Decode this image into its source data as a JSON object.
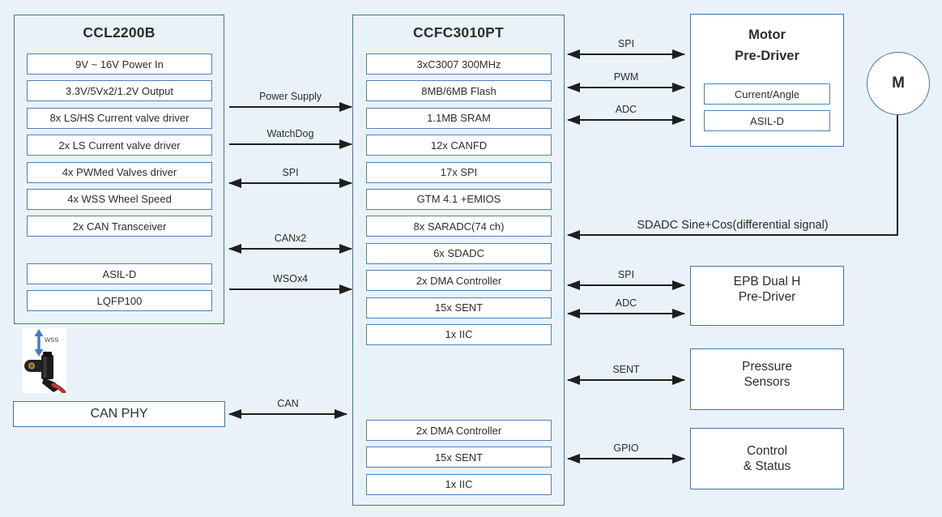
{
  "page": {
    "background": "#eaf2f9"
  },
  "colors": {
    "block_border": "#3c74ad",
    "box_border": "#4d82b8",
    "text": "#2d2d2d",
    "arrow": "#1e1e1e",
    "wss_arrow": "#3f7dc4"
  },
  "left_block": {
    "title": "CCL2200B",
    "items": [
      "9V ~ 16V Power In",
      "3.3V/5Vx2/1.2V Output",
      "8x LS/HS Current valve driver",
      "2x LS Current valve driver",
      "4x PWMed Valves driver",
      "4x WSS Wheel Speed",
      "2x CAN Transceiver"
    ],
    "items_bottom": [
      "ASIL-D",
      "LQFP100"
    ]
  },
  "middle_block": {
    "title": "CCFC3010PT",
    "items": [
      "3xC3007 300MHz",
      "8MB/6MB Flash",
      "1.1MB SRAM",
      "12x CANFD",
      "17x SPI",
      "GTM 4.1 +EMIOS",
      "8x SARADC(74 ch)",
      "6x SDADC",
      "2x DMA Controller",
      "15x SENT",
      "1x IIC"
    ],
    "items_bottom": [
      "2x DMA Controller",
      "15x SENT",
      "1x IIC"
    ]
  },
  "motor_block": {
    "title_line1": "Motor",
    "title_line2": "Pre-Driver",
    "items": [
      "Current/Angle",
      "ASIL-D"
    ]
  },
  "epb_block": {
    "line1": "EPB Dual H",
    "line2": "Pre-Driver"
  },
  "pressure_block": {
    "line1": "Pressure",
    "line2": "Sensors"
  },
  "control_block": {
    "line1": "Control",
    "line2": "& Status"
  },
  "can_phy_block": {
    "label": "CAN PHY"
  },
  "motor_symbol": {
    "label": "M"
  },
  "wss_sensor": {
    "label": "wss"
  },
  "connections_left": [
    {
      "label": "Power Supply",
      "direction": "right"
    },
    {
      "label": "WatchDog",
      "direction": "right"
    },
    {
      "label": "SPI",
      "direction": "both"
    },
    {
      "label": "CANx2",
      "direction": "both"
    },
    {
      "label": "WSOx4",
      "direction": "right"
    },
    {
      "label": "CAN",
      "direction": "both"
    }
  ],
  "connections_right": [
    {
      "label": "SPI",
      "direction": "both"
    },
    {
      "label": "PWM",
      "direction": "both"
    },
    {
      "label": "ADC",
      "direction": "both"
    },
    {
      "label": "SPI",
      "direction": "both"
    },
    {
      "label": "ADC",
      "direction": "both"
    },
    {
      "label": "SENT",
      "direction": "both"
    },
    {
      "label": "GPIO",
      "direction": "both"
    }
  ],
  "sdadc_connection": {
    "label": "SDADC Sine+Cos(differential signal)",
    "direction": "left"
  }
}
